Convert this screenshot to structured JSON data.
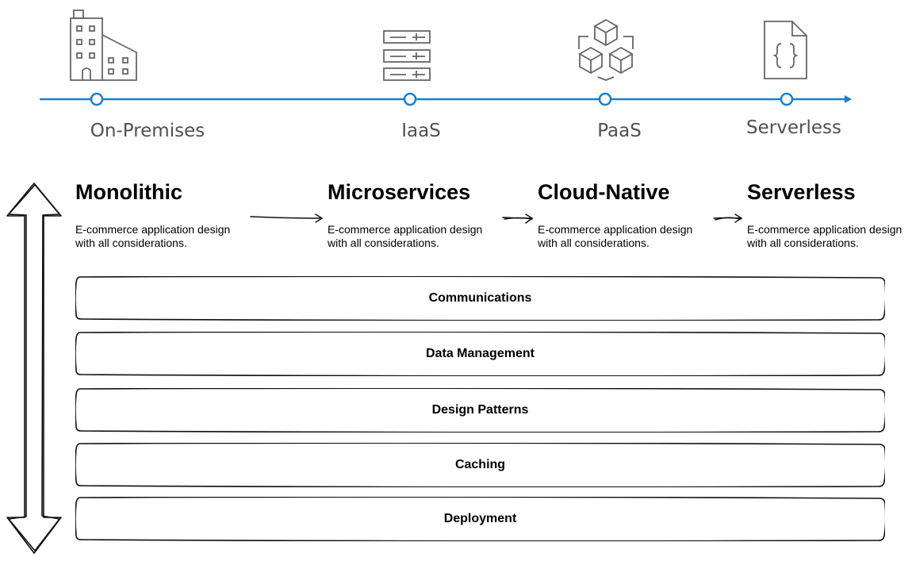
{
  "timeline": {
    "stages": [
      {
        "label": "On-Premises",
        "icon": "building-icon"
      },
      {
        "label": "IaaS",
        "icon": "server-rack-icon"
      },
      {
        "label": "PaaS",
        "icon": "cubes-icon"
      },
      {
        "label": "Serverless",
        "icon": "code-file-icon"
      }
    ],
    "accent": "#1a7fd0"
  },
  "architectures": [
    {
      "title": "Monolithic",
      "desc_line1": "E-commerce application design",
      "desc_line2": "with all considerations."
    },
    {
      "title": "Microservices",
      "desc_line1": "E-commerce application design",
      "desc_line2": "with all considerations."
    },
    {
      "title": "Cloud-Native",
      "desc_line1": "E-commerce application design",
      "desc_line2": "with all considerations."
    },
    {
      "title": "Serverless",
      "desc_line1": "E-commerce application design",
      "desc_line2": "with all considerations."
    }
  ],
  "layers": [
    {
      "label": "Communications"
    },
    {
      "label": "Data Management"
    },
    {
      "label": "Design Patterns"
    },
    {
      "label": "Caching"
    },
    {
      "label": "Deployment"
    }
  ]
}
